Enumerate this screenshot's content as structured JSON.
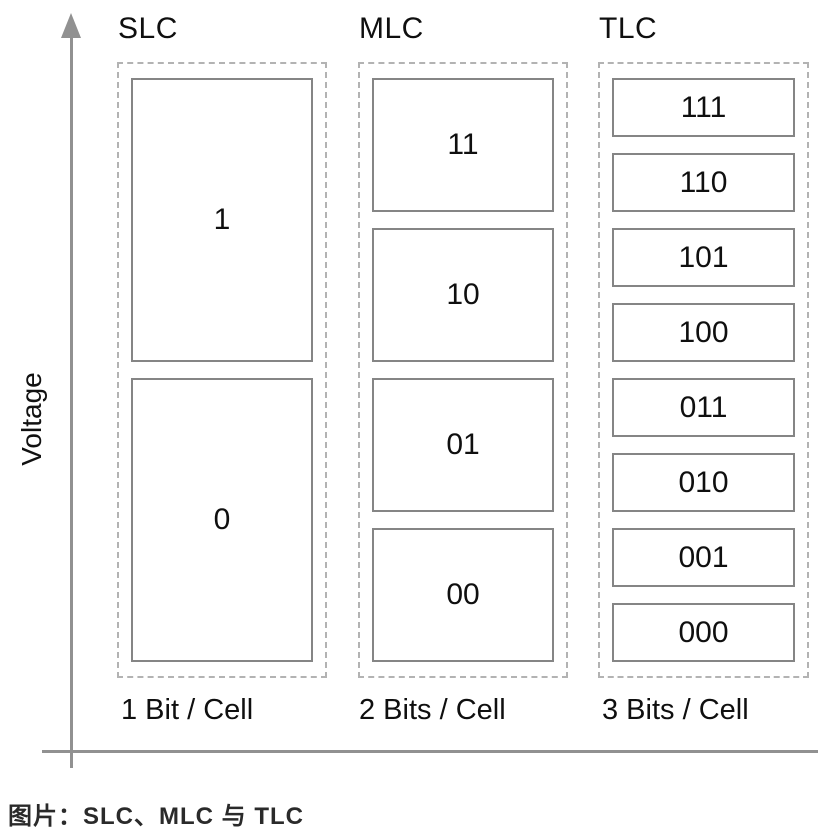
{
  "y_axis": {
    "label": "Voltage"
  },
  "figure_caption": "图片：SLC、MLC 与 TLC",
  "columns": [
    {
      "id": "slc",
      "label": "SLC",
      "caption": "1 Bit / Cell",
      "cells": [
        "1",
        "0"
      ]
    },
    {
      "id": "mlc",
      "label": "MLC",
      "caption": "2 Bits / Cell",
      "cells": [
        "11",
        "10",
        "01",
        "00"
      ]
    },
    {
      "id": "tlc",
      "label": "TLC",
      "caption": "3 Bits / Cell",
      "cells": [
        "111",
        "110",
        "101",
        "100",
        "011",
        "010",
        "001",
        "000"
      ]
    }
  ],
  "colors": {
    "axis": "#919191",
    "solid_border": "#858585",
    "dashed_border": "#b3b3b3",
    "text": "#0f0f0f",
    "caption_text": "#2a2a2a",
    "background": "#ffffff"
  }
}
